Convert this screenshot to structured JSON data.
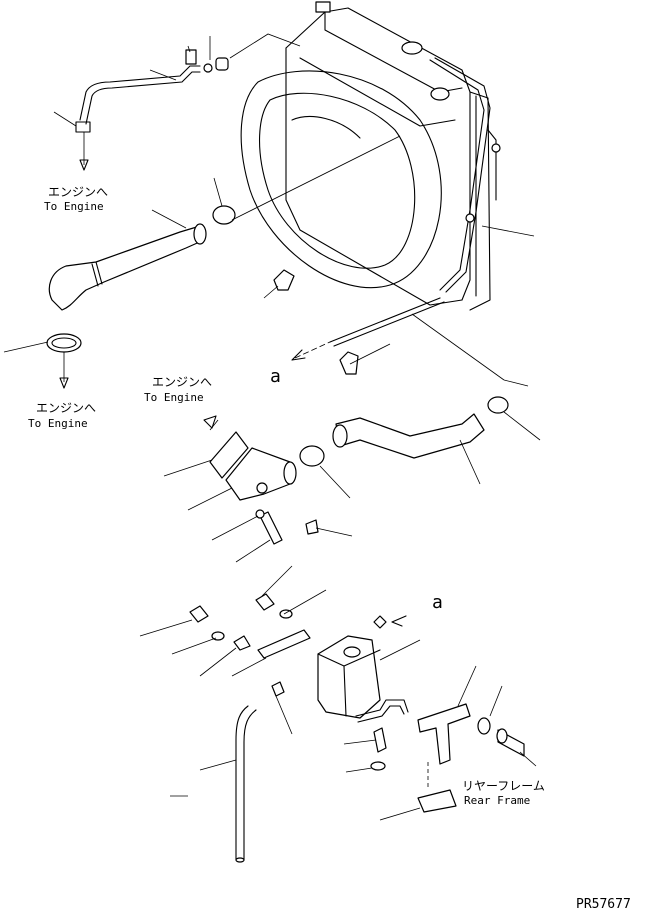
{
  "labels": {
    "to_engine_jp_1": "エンジンへ",
    "to_engine_en_1": "To Engine",
    "to_engine_jp_2": "エンジンへ",
    "to_engine_en_2": "To Engine",
    "to_engine_jp_3": "エンジンへ",
    "to_engine_en_3": "To Engine",
    "view_mark_1": "a",
    "view_mark_2": "a",
    "rear_frame_jp": "リヤーフレーム",
    "rear_frame_en": "Rear Frame",
    "drawing_number": "PR57677"
  }
}
